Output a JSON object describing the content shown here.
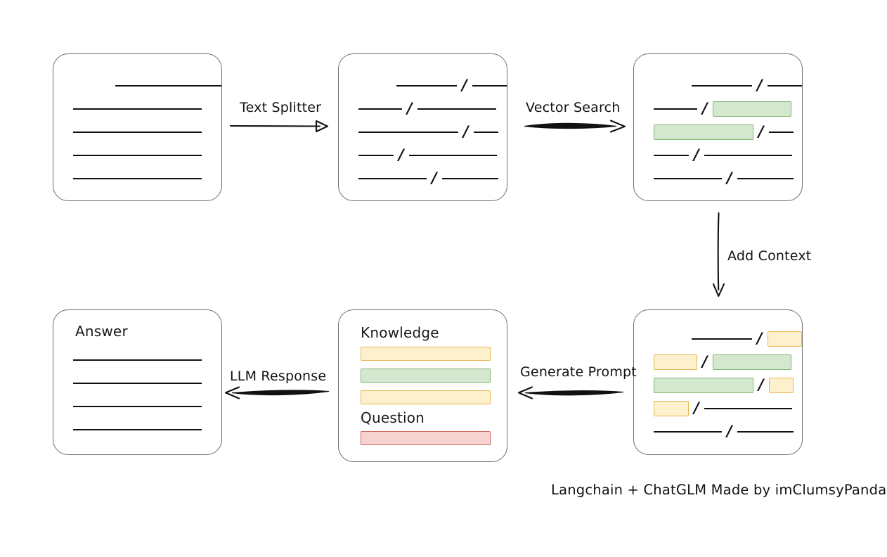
{
  "diagram": {
    "footer_note": "Langchain + ChatGLM Made by imClumsyPanda",
    "colors": {
      "green_fill": "#d4e8cf",
      "green_border": "#82b571",
      "yellow_fill": "#fdf0cd",
      "yellow_border": "#e6b852",
      "red_fill": "#f6d3d0",
      "red_border": "#c96660",
      "box_border": "#6f6f6f",
      "ink": "#111111"
    },
    "separator": "/",
    "nodes": {
      "source_document": {
        "title": "",
        "rows": [
          {
            "segments": [
              {
                "type": "indent",
                "width": 60
              },
              {
                "type": "line",
                "width": 152
              }
            ]
          },
          {
            "segments": [
              {
                "type": "line",
                "width": 183
              }
            ]
          },
          {
            "segments": [
              {
                "type": "line",
                "width": 183
              }
            ]
          },
          {
            "segments": [
              {
                "type": "line",
                "width": 183
              }
            ]
          },
          {
            "segments": [
              {
                "type": "line",
                "width": 183
              }
            ]
          }
        ]
      },
      "split_chunks": {
        "title": "",
        "rows": [
          {
            "segments": [
              {
                "type": "indent",
                "width": 62
              },
              {
                "type": "line",
                "width": 100
              },
              {
                "type": "slash"
              },
              {
                "type": "line",
                "width": 57
              }
            ]
          },
          {
            "segments": [
              {
                "type": "line",
                "width": 62
              },
              {
                "type": "slash"
              },
              {
                "type": "line",
                "width": 112
              }
            ]
          },
          {
            "segments": [
              {
                "type": "line",
                "width": 142
              },
              {
                "type": "slash"
              },
              {
                "type": "line",
                "width": 35
              }
            ]
          },
          {
            "segments": [
              {
                "type": "line",
                "width": 50
              },
              {
                "type": "slash"
              },
              {
                "type": "line",
                "width": 125
              }
            ]
          },
          {
            "segments": [
              {
                "type": "line",
                "width": 97
              },
              {
                "type": "slash"
              },
              {
                "type": "line",
                "width": 80
              }
            ]
          }
        ]
      },
      "vector_hits": {
        "title": "",
        "rows": [
          {
            "segments": [
              {
                "type": "indent",
                "width": 62
              },
              {
                "type": "line",
                "width": 100
              },
              {
                "type": "slash"
              },
              {
                "type": "line",
                "width": 57
              }
            ]
          },
          {
            "segments": [
              {
                "type": "line",
                "width": 62
              },
              {
                "type": "slash"
              },
              {
                "type": "chip",
                "color": "green",
                "width": 112
              }
            ]
          },
          {
            "segments": [
              {
                "type": "chip",
                "color": "green",
                "width": 142
              },
              {
                "type": "slash"
              },
              {
                "type": "line",
                "width": 35
              }
            ]
          },
          {
            "segments": [
              {
                "type": "line",
                "width": 50
              },
              {
                "type": "slash"
              },
              {
                "type": "line",
                "width": 125
              }
            ]
          },
          {
            "segments": [
              {
                "type": "line",
                "width": 97
              },
              {
                "type": "slash"
              },
              {
                "type": "line",
                "width": 80
              }
            ]
          }
        ]
      },
      "context_added": {
        "title": "",
        "rows": [
          {
            "segments": [
              {
                "type": "indent",
                "width": 62
              },
              {
                "type": "line",
                "width": 100
              },
              {
                "type": "slash"
              },
              {
                "type": "chip",
                "color": "yellow",
                "width": 57
              }
            ]
          },
          {
            "segments": [
              {
                "type": "chip",
                "color": "yellow",
                "width": 62
              },
              {
                "type": "slash"
              },
              {
                "type": "chip",
                "color": "green",
                "width": 112
              }
            ]
          },
          {
            "segments": [
              {
                "type": "chip",
                "color": "green",
                "width": 142
              },
              {
                "type": "slash"
              },
              {
                "type": "chip",
                "color": "yellow",
                "width": 35
              }
            ]
          },
          {
            "segments": [
              {
                "type": "chip",
                "color": "yellow",
                "width": 50
              },
              {
                "type": "slash"
              },
              {
                "type": "line",
                "width": 125
              }
            ]
          },
          {
            "segments": [
              {
                "type": "line",
                "width": 97
              },
              {
                "type": "slash"
              },
              {
                "type": "line",
                "width": 80
              }
            ]
          }
        ]
      },
      "prompt": {
        "knowledge_label": "Knowledge",
        "question_label": "Question",
        "knowledge_bars": [
          {
            "color": "yellow",
            "width": 185
          },
          {
            "color": "green",
            "width": 185
          },
          {
            "color": "yellow",
            "width": 185
          }
        ],
        "question_bars": [
          {
            "color": "red",
            "width": 185
          }
        ]
      },
      "answer": {
        "title": "Answer",
        "rows": [
          {
            "segments": [
              {
                "type": "line",
                "width": 183
              }
            ]
          },
          {
            "segments": [
              {
                "type": "line",
                "width": 183
              }
            ]
          },
          {
            "segments": [
              {
                "type": "line",
                "width": 183
              }
            ]
          },
          {
            "segments": [
              {
                "type": "line",
                "width": 183
              }
            ]
          }
        ]
      }
    },
    "arrows": {
      "text_splitter": {
        "label": "Text Splitter",
        "direction": "right"
      },
      "vector_search": {
        "label": "Vector Search",
        "direction": "right"
      },
      "add_context": {
        "label": "Add Context",
        "direction": "down"
      },
      "generate_prompt": {
        "label": "Generate Prompt",
        "direction": "left"
      },
      "llm_response": {
        "label": "LLM Response",
        "direction": "left"
      }
    }
  }
}
